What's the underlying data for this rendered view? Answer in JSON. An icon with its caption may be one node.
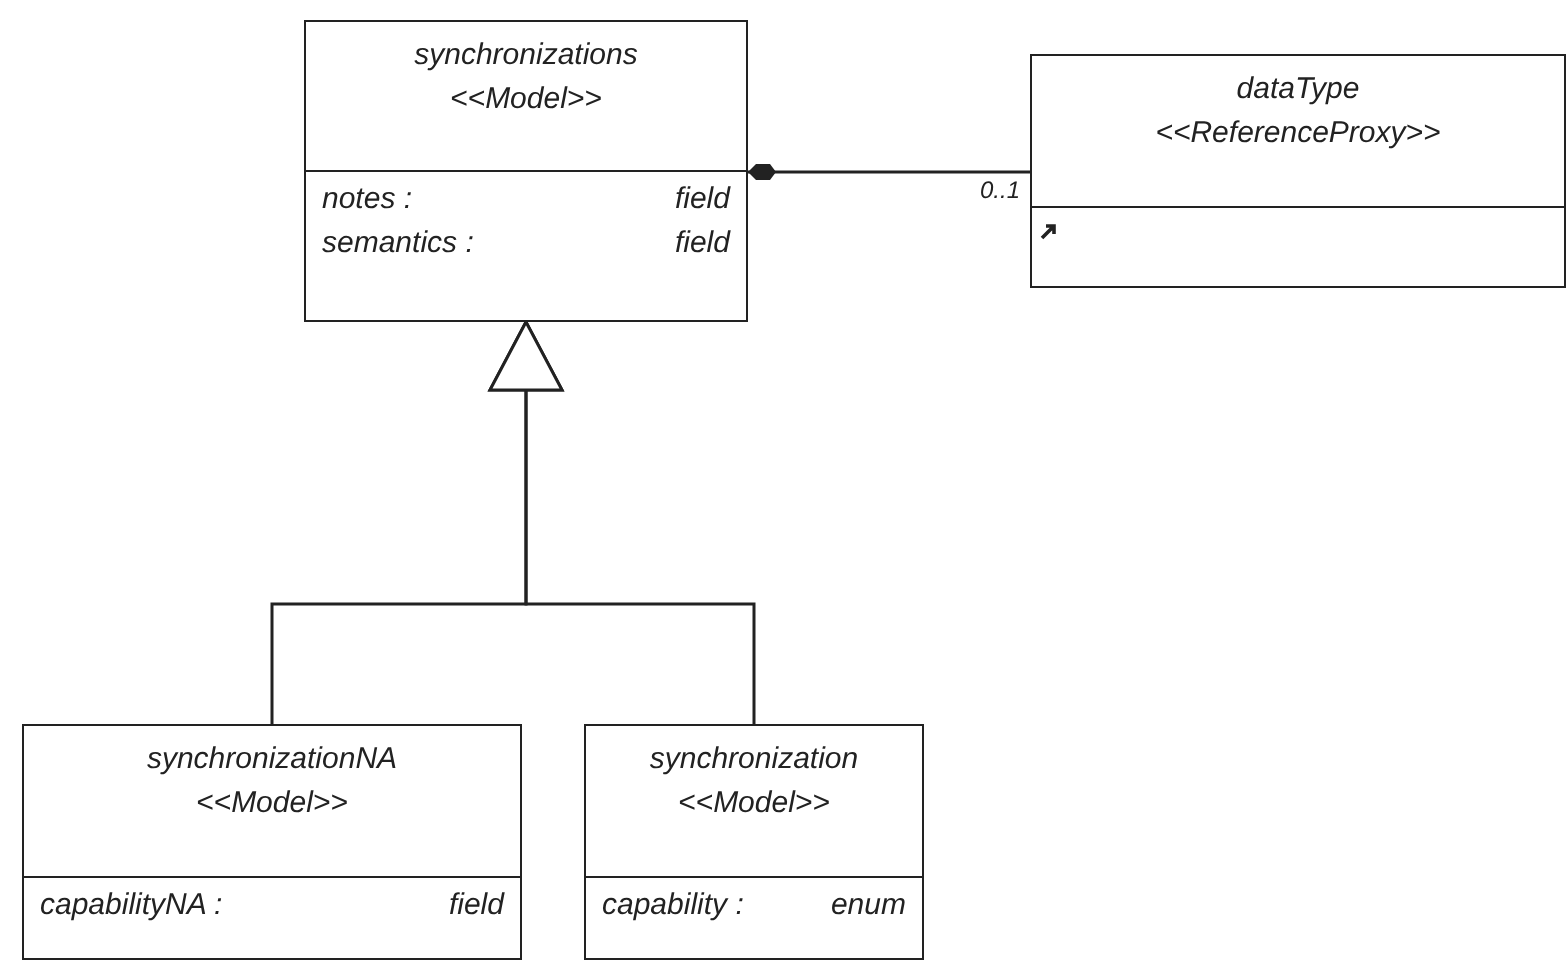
{
  "diagram": {
    "nodes": [
      {
        "text": [
          "synchronizations",
          "<<Model>>",
          "notes :",
          "field",
          "semantics :",
          "field"
        ]
      },
      {
        "text": [
          "dataType",
          "<<ReferenceProxy>>"
        ]
      },
      {
        "text": [
          "synchronizationNA",
          "<<Model>>",
          "capabilityNA :",
          "field"
        ]
      },
      {
        "text": [
          "synchronization",
          "<<Model>>",
          "capability :",
          "enum"
        ]
      }
    ],
    "edges": [
      {
        "from": 0,
        "to": 1,
        "arrow": "other",
        "label": "0..1"
      },
      {
        "from": 2,
        "to": 0,
        "arrow": "to"
      },
      {
        "from": 3,
        "to": 0,
        "arrow": "to"
      }
    ]
  }
}
